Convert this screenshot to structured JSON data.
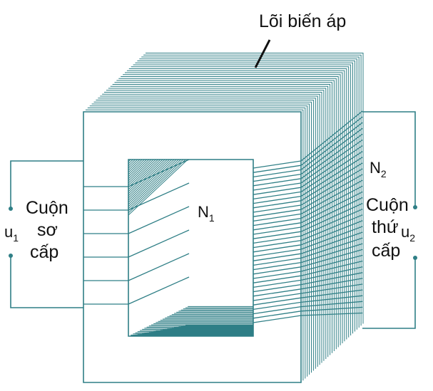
{
  "labels": {
    "core": "Lõi biến áp",
    "primary_line1": "Cuộn",
    "primary_line2": "sơ",
    "primary_line3": "cấp",
    "secondary_line1": "Cuộn",
    "secondary_line2": "thứ",
    "secondary_line3": "cấp",
    "n1_main": "N",
    "n1_sub": "1",
    "n2_main": "N",
    "n2_sub": "2",
    "u1_main": "u",
    "u1_sub": "1",
    "u2_main": "u",
    "u2_sub": "2"
  },
  "colors": {
    "stroke": "#2f7f86",
    "background": "#ffffff",
    "text": "#111111"
  }
}
